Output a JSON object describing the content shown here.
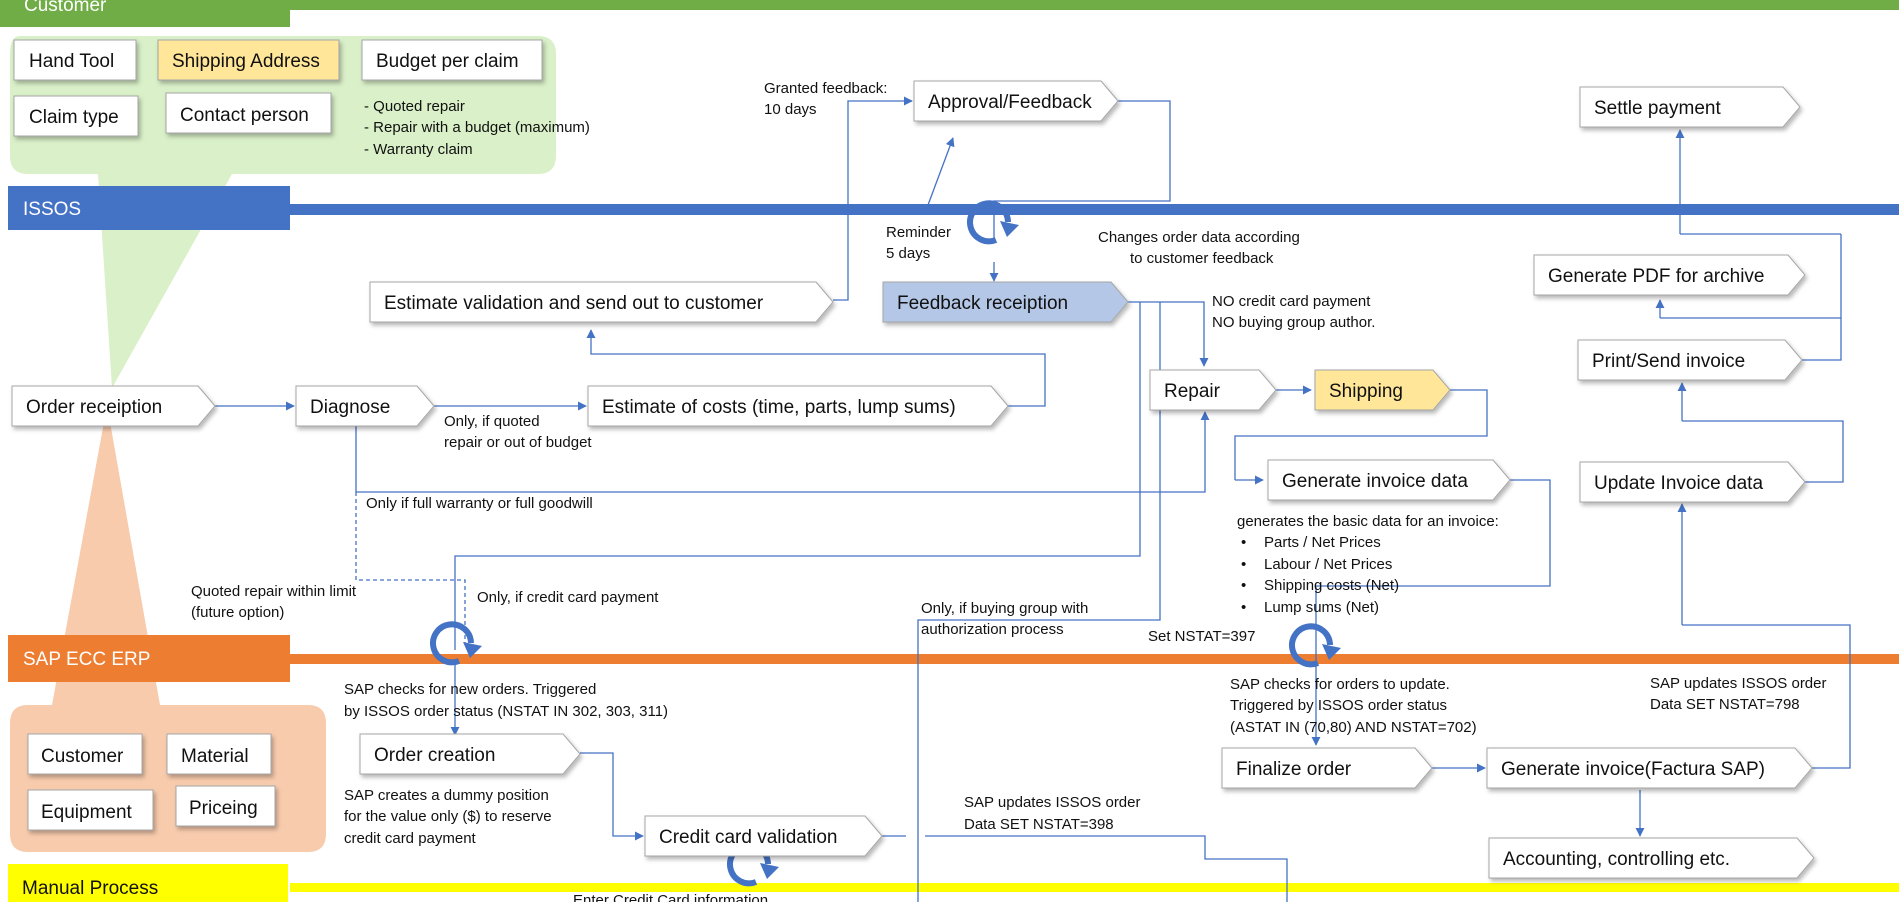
{
  "colors": {
    "customer_lane": "#70ad47",
    "issos_lane": "#4472c4",
    "sap_lane": "#ed7d31",
    "manual_lane": "#ffff00",
    "connector": "#4472c4",
    "highlight_yellow": "#ffe699",
    "highlight_blue": "#b4c7e7",
    "customer_callout": "#d9f0c8",
    "sap_callout": "#f8cbad"
  },
  "lanes": {
    "customer": "Customer",
    "issos": "ISSOS",
    "sap": "SAP ECC ERP",
    "manual": "Manual Process"
  },
  "customer_data": {
    "hand_tool": "Hand Tool",
    "shipping_address": "Shipping Address",
    "budget_per_claim": "Budget per claim",
    "claim_type": "Claim type",
    "contact_person": "Contact person",
    "claim_types": [
      "- Quoted repair",
      "- Repair with a budget (maximum)",
      "- Warranty claim"
    ]
  },
  "sap_master_data": {
    "customer": "Customer",
    "material": "Material",
    "equipment": "Equipment",
    "priceing": "Priceing"
  },
  "steps": {
    "order_receiption": "Order receiption",
    "diagnose": "Diagnose",
    "estimate_costs": "Estimate of costs (time, parts, lump sums)",
    "estimate_validation": "Estimate validation and send out to customer",
    "approval_feedback": "Approval/Feedback",
    "feedback_receiption": "Feedback receiption",
    "repair": "Repair",
    "shipping": "Shipping",
    "generate_invoice_data": "Generate invoice data",
    "order_creation": "Order creation",
    "credit_card_validation": "Credit card validation",
    "finalize_order": "Finalize order",
    "generate_invoice": "Generate invoice(Factura SAP)",
    "accounting": "Accounting, controlling etc.",
    "update_invoice_data": "Update Invoice data",
    "print_send_invoice": "Print/Send invoice",
    "generate_pdf": "Generate PDF for archive",
    "settle_payment": "Settle payment"
  },
  "notes": {
    "granted_feedback": [
      "Granted feedback:",
      "10 days"
    ],
    "reminder": [
      "Reminder",
      "5 days"
    ],
    "changes_order_data": [
      "Changes order data according",
      "to customer feedback"
    ],
    "no_credit": [
      "NO credit card payment",
      "NO buying group author."
    ],
    "only_if_quoted": [
      "Only, if quoted",
      "repair or out of budget"
    ],
    "only_full_warranty": "Only if full warranty or full goodwill",
    "quoted_within_limit": [
      "Quoted repair within limit",
      "(future option)"
    ],
    "only_credit_card": "Only, if credit card payment",
    "only_buying_group": [
      "Only, if buying group with",
      "authorization process"
    ],
    "set_nstat_397": "Set NSTAT=397",
    "invoice_basic_intro": "generates the basic data for an invoice:",
    "invoice_basic_items": [
      "Parts / Net Prices",
      "Labour / Net Prices",
      "Shipping costs (Net)",
      "Lump sums (Net)"
    ],
    "sap_checks_new": [
      "SAP checks for new orders. Triggered",
      "by ISSOS order status (NSTAT IN 302, 303, 311)"
    ],
    "sap_checks_update": [
      "SAP checks for orders to update.",
      "Triggered by ISSOS order status",
      "(ASTAT IN (70,80) AND NSTAT=702)"
    ],
    "sap_updates_798": [
      "SAP updates ISSOS order",
      "Data SET NSTAT=798"
    ],
    "sap_dummy": [
      "SAP creates a dummy position",
      "for the value only ($) to reserve",
      "credit card payment"
    ],
    "sap_updates_398": [
      "SAP updates ISSOS order",
      "Data SET NSTAT=398"
    ],
    "enter_credit_card": "Enter Credit Card information"
  }
}
